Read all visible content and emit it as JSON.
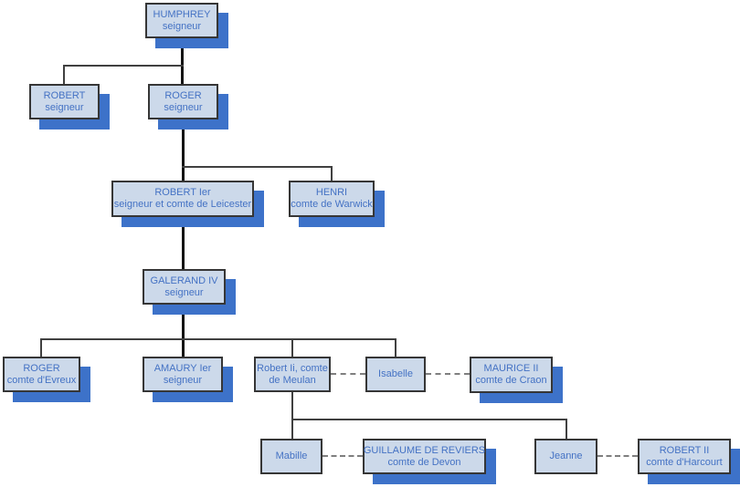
{
  "diagram": {
    "kind": "family-tree-organization-chart",
    "colors": {
      "background": "#ffffff",
      "node-fill": "#ccd9ea",
      "node-border": "#363636",
      "node-text": "#4472c4",
      "shadow-blue": "#3d72c9",
      "line-solid": "#404040",
      "line-thick": "#141414",
      "line-dashed": "#7f7f7f"
    }
  },
  "nodes": {
    "humphrey": {
      "name": "HUMPHREY",
      "title": "seigneur"
    },
    "robert": {
      "name": "ROBERT",
      "title": "seigneur"
    },
    "roger": {
      "name": "ROGER",
      "title": "seigneur"
    },
    "robert_1er": {
      "name": "ROBERT Ier",
      "title": "seigneur et comte de Leicester"
    },
    "henri": {
      "name": "HENRI",
      "title": "comte de Warwick"
    },
    "galerand": {
      "name": "GALERAND IV",
      "title": "seigneur"
    },
    "roger_evreux": {
      "name": "ROGER",
      "title": "comte d'Evreux"
    },
    "amaury": {
      "name": "AMAURY Ier",
      "title": "seigneur"
    },
    "robert_meulan": {
      "name": "Robert Ii, comte",
      "title": "de Meulan"
    },
    "isabelle": {
      "name": "Isabelle"
    },
    "maurice": {
      "name": "MAURICE II",
      "title": "comte de Craon"
    },
    "mabille": {
      "name": "Mabille"
    },
    "guillaume": {
      "name": "GUILLAUME DE REVIERS",
      "title": "comte de Devon"
    },
    "jeanne": {
      "name": "Jeanne"
    },
    "robert_harcourt": {
      "name": "ROBERT II",
      "title": "comte d'Harcourt"
    }
  }
}
